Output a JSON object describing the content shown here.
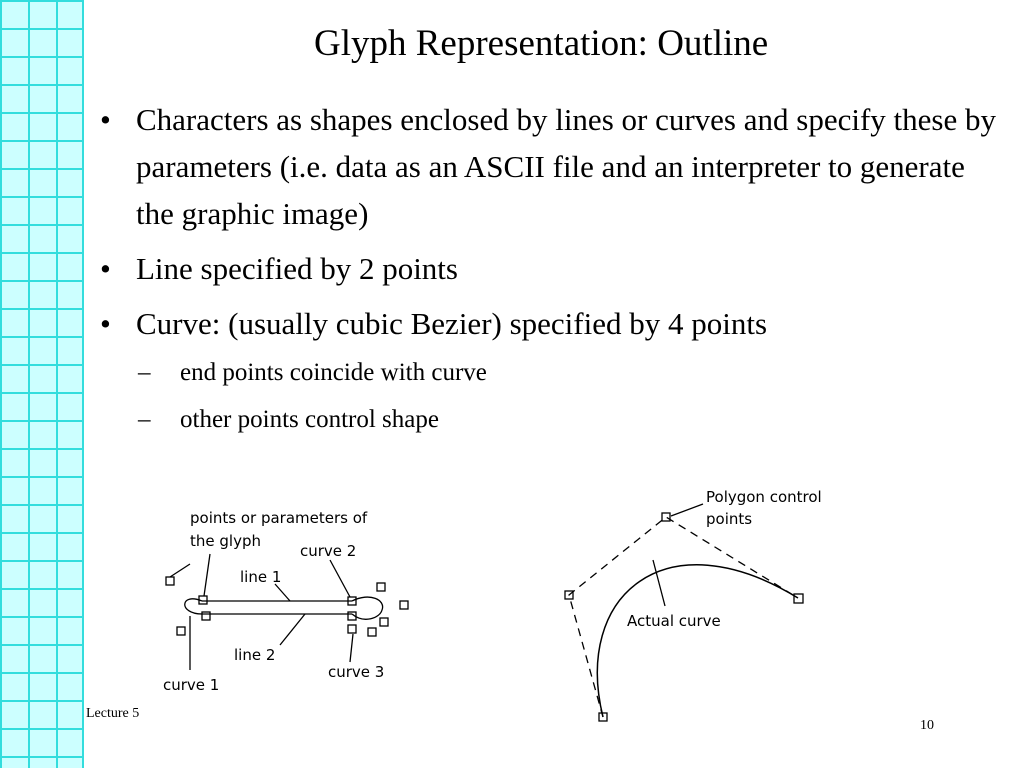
{
  "slide": {
    "title": "Glyph Representation: Outline",
    "bullets": [
      {
        "text": "Characters as shapes enclosed by lines or curves and specify these by parameters (i.e. data as an ASCII file and an interpreter to generate the graphic image)",
        "subitems": []
      },
      {
        "text": "Line specified by 2 points",
        "subitems": []
      },
      {
        "text": "Curve: (usually cubic Bezier) specified by 4 points",
        "subitems": [
          "end points coincide with curve",
          "other points control shape"
        ]
      }
    ],
    "bullet_glyph": "•",
    "sub_bullet_glyph": "–",
    "footer_left": "Lecture 5",
    "page_number": "10"
  },
  "figure_left": {
    "labels": {
      "points": "points or parameters of",
      "points2": "the glyph",
      "curve2": "curve 2",
      "line1": "line 1",
      "line2": "line 2",
      "curve1": "curve 1",
      "curve3": "curve 3"
    }
  },
  "figure_right": {
    "labels": {
      "polygon": "Polygon control",
      "polygon2": "points",
      "actual": "Actual curve"
    }
  }
}
